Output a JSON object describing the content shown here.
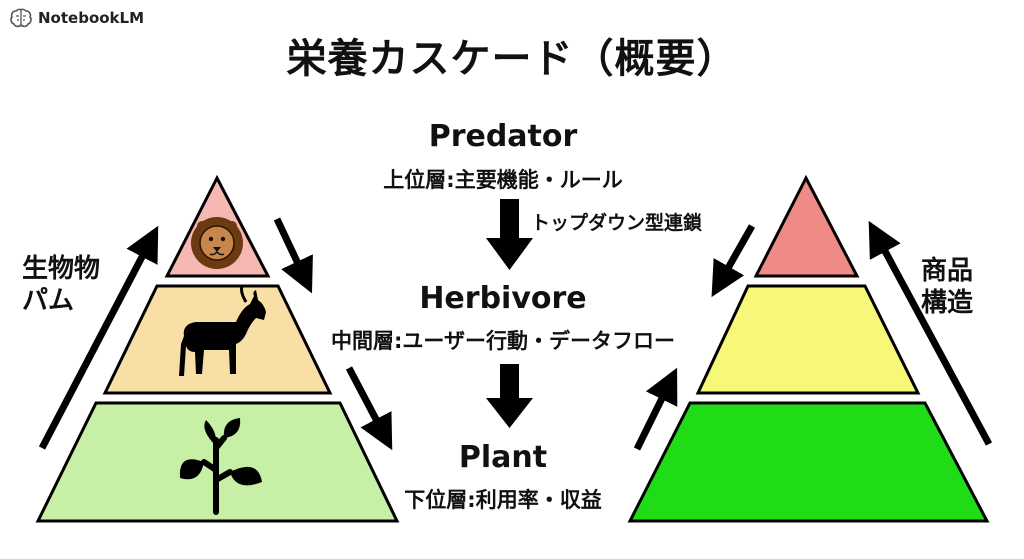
{
  "app": {
    "name": "NotebookLM"
  },
  "title": "栄養カスケード（概要）",
  "left_side_label": [
    "生物物",
    "パム"
  ],
  "right_side_label": [
    "商品",
    "構造"
  ],
  "levels": [
    {
      "name": "Predator",
      "description": "上位層:主要機能・ルール"
    },
    {
      "name": "Herbivore",
      "description": "中間層:ユーザー行動・データフロー"
    },
    {
      "name": "Plant",
      "description": "下位層:利用率・収益"
    }
  ],
  "cascade_label": "トップダウン型連鎖",
  "colors": {
    "left_top": "#f6b8b2",
    "left_mid": "#f8dfa6",
    "left_bottom": "#c7efa5",
    "right_top": "#f08a86",
    "right_mid": "#f7f77a",
    "right_bottom": "#1fdc16"
  },
  "icons": [
    "lion-icon",
    "goat-icon",
    "plant-sprout-icon",
    "brain-logo-icon"
  ]
}
